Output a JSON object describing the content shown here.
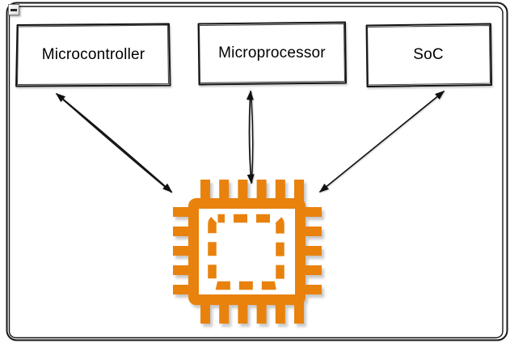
{
  "window": {
    "collapse_button": {
      "icon": "minus"
    }
  },
  "diagram": {
    "nodes": [
      {
        "label": "Microcontroller"
      },
      {
        "label": "Microprocessor"
      },
      {
        "label": "SoC"
      }
    ],
    "center": {
      "icon": "microchip",
      "color": "#E8820D"
    },
    "edges": [
      {
        "from": "Microcontroller",
        "to": "microchip",
        "arrows": "both",
        "style": "double-stroke"
      },
      {
        "from": "Microprocessor",
        "to": "microchip",
        "arrows": "both",
        "style": "double-stroke"
      },
      {
        "from": "SoC",
        "to": "microchip",
        "arrows": "both",
        "style": "single-stroke"
      }
    ],
    "colors": {
      "node_border": "#111111",
      "arrow": "#111111",
      "chip_orange": "#E8820D",
      "background": "#ffffff"
    }
  }
}
